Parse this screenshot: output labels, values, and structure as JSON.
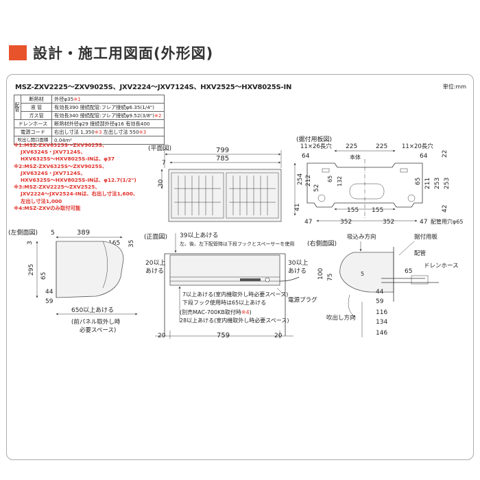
{
  "header": {
    "title": "設計・施工用図面(外形図)"
  },
  "model_line": "MSZ-ZXV2225～ZXV9025S、JXV2224～JXV7124S、HXV2525～HXV8025S-IN",
  "unit_label": "単位:mm",
  "spec": {
    "group_label": "配管",
    "rows": [
      {
        "k": "断熱材",
        "v": "外径φ35",
        "mark": "※1"
      },
      {
        "k": "液 管",
        "v": "有効長390 接続配管:フレア接続φ6.35(1/4\")",
        "mark": ""
      },
      {
        "k": "ガス管",
        "v": "有効長340 接続配管:フレア接続φ9.52(3/8\")",
        "mark": "※2"
      },
      {
        "k": "ドレンホース",
        "v": "断熱材外径φ29 接続部外径φ16 有効長400",
        "mark": ""
      },
      {
        "k": "電源コード",
        "v": "右出し寸法 1,350",
        "mark": "※3",
        "v2": " 左出し寸法 550",
        "mark2": "※3"
      },
      {
        "k": "吹出し開口面積",
        "v": "0.04m²",
        "mark": ""
      }
    ]
  },
  "notes": [
    "※1:MSZ-ZXV6325S～ZXV9025S、",
    "　 JXV6324S・JXV7124S、",
    "　 HXV6325S～HXV8025S-INは、φ37",
    "※2:MSZ-ZXV6325S～ZXV9025S、",
    "　 JXV6324S・JXV7124S、",
    "　 HXV6325S～HXV8025S-INは、φ12.7(1/2\")",
    "※3:MSZ-ZXV2225～ZXV2525、",
    "　 JXV2224～JXV2524-INは、右出し寸法1,600、",
    "　 左出し寸法1,000",
    "※4:MSZ-ZXVのみ取付可能"
  ],
  "plan_view": {
    "title": "(平面図)",
    "dims": {
      "overall": "799",
      "inner": "785",
      "left": "7",
      "depth": "30"
    }
  },
  "mount_plate": {
    "title": "(据付用板図)",
    "slot_left": "11×26長穴",
    "slot_right": "11×20長穴",
    "body_label": "本体",
    "pipe_hole": "配管用穴φ65",
    "dims": {
      "top_a": "225",
      "top_b": "225",
      "top_l": "64",
      "top_r": "64",
      "left_h": "254",
      "left_a": "212",
      "left_b": "52",
      "left_c": "41",
      "right_a": "65",
      "right_b": "211",
      "right_c": "253",
      "right_top": "22",
      "mid_a": "65",
      "mid_b": "132",
      "bot_a": "155",
      "bot_b": "155",
      "bot_c": "352",
      "bot_d": "352",
      "bot_l": "47",
      "bot_r": "47",
      "right_bot": "42"
    }
  },
  "left_side": {
    "title": "(左側面図)",
    "dims": {
      "w1": "5",
      "w2": "389",
      "w3": "165",
      "top_r": "35",
      "top_l": "3",
      "h": "295",
      "h2": "65",
      "b1": "44",
      "b2": "59"
    },
    "front_space": "650以上あける",
    "front_space_note1": "(前パネル取外し時",
    "front_space_note2": "必要スペース)"
  },
  "front_view": {
    "title": "(正面図)",
    "top_space": "39以上あける",
    "top_note": "左、後、左下配管時は下段フックとスペーサーを使用",
    "left_space1": "20以上",
    "left_space2": "あける",
    "right_space1": "30以上",
    "right_space2": "あける",
    "below1": "7以上あける(室内機取外し時必要スペース)",
    "below2": "下段フック使用時は65以上あける",
    "below3": "(別売MAC-700KB取付時",
    "below3_mark": "※4",
    "below3_end": ")",
    "below4": "28以上あける(室内機取外し時必要スペース)",
    "plug": "電源プラグ",
    "dims": {
      "left": "20",
      "mid": "759",
      "right": "20"
    }
  },
  "right_side": {
    "title": "(右側面図)",
    "inlet": "吸込み方向",
    "outlet": "吹出し方向",
    "plate": "据付用板",
    "piping": "配管",
    "drain": "ドレンホース",
    "dims": {
      "h1": "100",
      "h2": "75",
      "p65": "65",
      "r5": "5",
      "b44": "44",
      "b59": "59",
      "b116": "116",
      "b134": "134",
      "b146": "146"
    }
  }
}
